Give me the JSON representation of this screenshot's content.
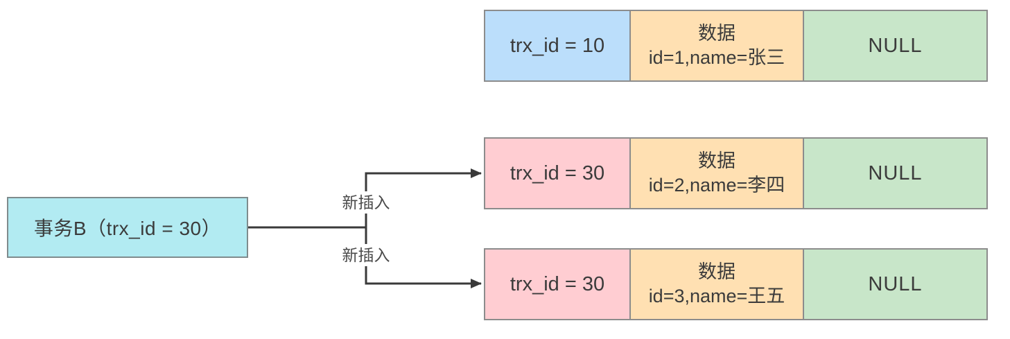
{
  "diagram": {
    "transaction_box": {
      "label": "事务B（trx_id = 30）",
      "fill": "#B2EBF2"
    },
    "edge_labels": {
      "insert_top": "新插入",
      "insert_bottom": "新插入"
    },
    "version_rows": [
      {
        "trx_id": "trx_id = 10",
        "data_title": "数据",
        "data_value": "id=1,name=张三",
        "roll_pointer": "NULL",
        "trx_fill": "#BBDEFB"
      },
      {
        "trx_id": "trx_id = 30",
        "data_title": "数据",
        "data_value": "id=2,name=李四",
        "roll_pointer": "NULL",
        "trx_fill": "#FFCDD2"
      },
      {
        "trx_id": "trx_id = 30",
        "data_title": "数据",
        "data_value": "id=3,name=王五",
        "roll_pointer": "NULL",
        "trx_fill": "#FFCDD2"
      }
    ],
    "colors": {
      "data_cell_fill": "#FFE0B2",
      "null_cell_fill": "#C8E6C9",
      "cell_border": "#8C8C8C",
      "connector_line": "#3A3A3A",
      "text": "#3B3B3B",
      "background": "#FFFFFF"
    }
  }
}
